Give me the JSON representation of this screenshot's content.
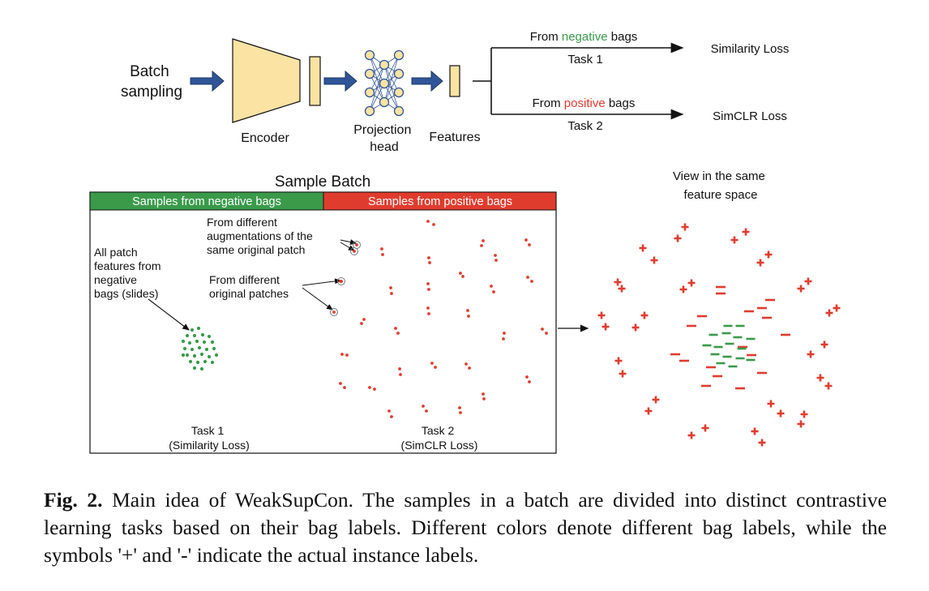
{
  "pipeline": {
    "input_label_line1": "Batch",
    "input_label_line2": "sampling",
    "encoder_label": "Encoder",
    "projection_label_line1": "Projection",
    "projection_label_line2": "head",
    "features_label": "Features",
    "branch_top": {
      "prefix": "From ",
      "highlight": "negative",
      "suffix": " bags",
      "task": "Task 1",
      "loss": "Similarity Loss"
    },
    "branch_bottom": {
      "prefix": "From ",
      "highlight": "positive",
      "suffix": " bags",
      "task": "Task 2",
      "loss": "SimCLR Loss"
    }
  },
  "batch": {
    "title": "Sample Batch",
    "negative_header": "Samples from negative bags",
    "positive_header": "Samples from positive bags",
    "neg_annotation": [
      "All patch",
      "features from",
      "negative",
      "bags (slides)"
    ],
    "aug_annotation": [
      "From different",
      "augmentations of the",
      "same original patch"
    ],
    "orig_annotation": [
      "From different",
      "original patches"
    ],
    "task1_line1": "Task 1",
    "task1_line2": "(Similarity Loss)",
    "task2_line1": "Task 2",
    "task2_line2": "(SimCLR Loss)"
  },
  "feature_space": {
    "title_line1": "View in the same",
    "title_line2": "feature space"
  },
  "caption": {
    "label": "Fig. 2.",
    "text": " Main idea of WeakSupCon. The samples in a batch are divided into distinct contrastive learning tasks based on their bag labels. Different colors denote different bag labels, while the symbols '+' and '-' indicate the actual instance labels."
  },
  "colors": {
    "negative": "#3a9a4a",
    "positive": "#e03c2e",
    "encoder_fill": "#fbe3a4",
    "arrow_blue": "#2f5597",
    "node_fill": "#fbe3a4"
  }
}
